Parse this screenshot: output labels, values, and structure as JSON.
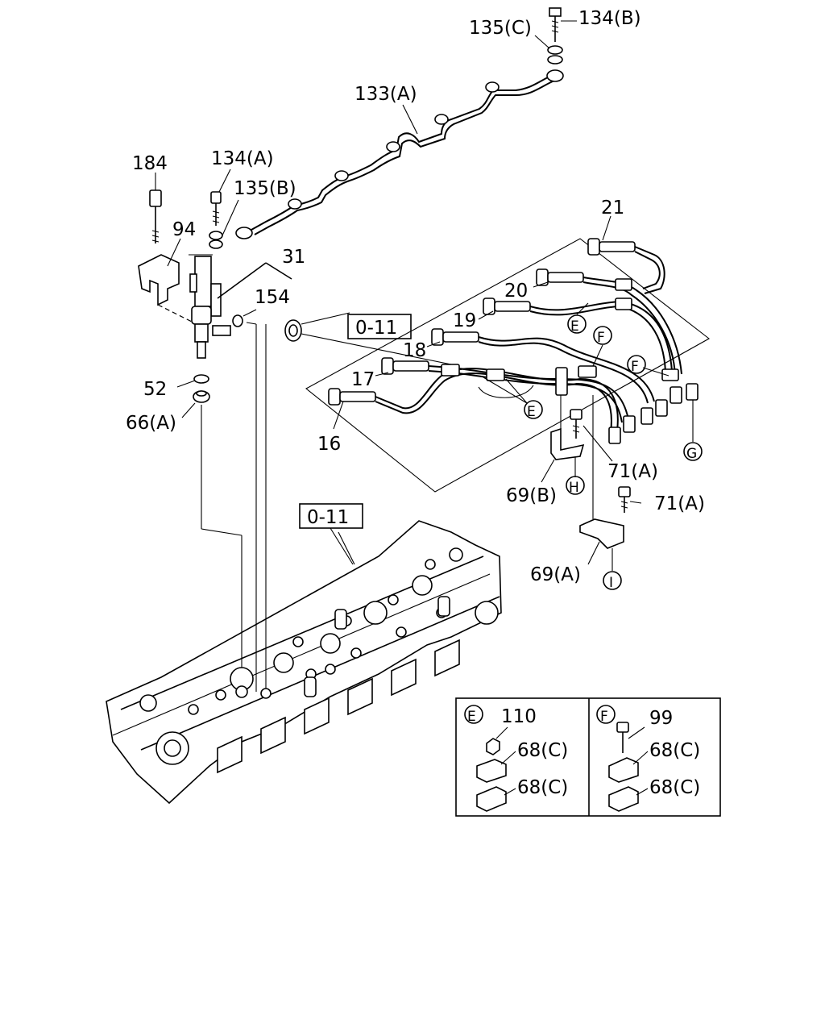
{
  "ref_boxes": {
    "top": "0-11",
    "bottom": "0-11"
  },
  "labels": {
    "p134b": "134(B)",
    "p135c": "135(C)",
    "p133a": "133(A)",
    "p184": "184",
    "p134a": "134(A)",
    "p135b": "135(B)",
    "p94": "94",
    "p31": "31",
    "p154": "154",
    "p21": "21",
    "p20": "20",
    "p19": "19",
    "p18": "18",
    "p17": "17",
    "p16": "16",
    "p52": "52",
    "p66a": "66(A)",
    "p71a_1": "71(A)",
    "p71a_2": "71(A)",
    "p69b": "69(B)",
    "p69a": "69(A)"
  },
  "markers": {
    "e1": "E",
    "e2": "E",
    "f1": "F",
    "f2": "F",
    "g": "G",
    "h": "H",
    "i": "I"
  },
  "detail_e": {
    "marker": "E",
    "part_top": "110",
    "part_mid": "68(C)",
    "part_bot": "68(C)"
  },
  "detail_f": {
    "marker": "F",
    "part_top": "99",
    "part_mid": "68(C)",
    "part_bot": "68(C)"
  }
}
